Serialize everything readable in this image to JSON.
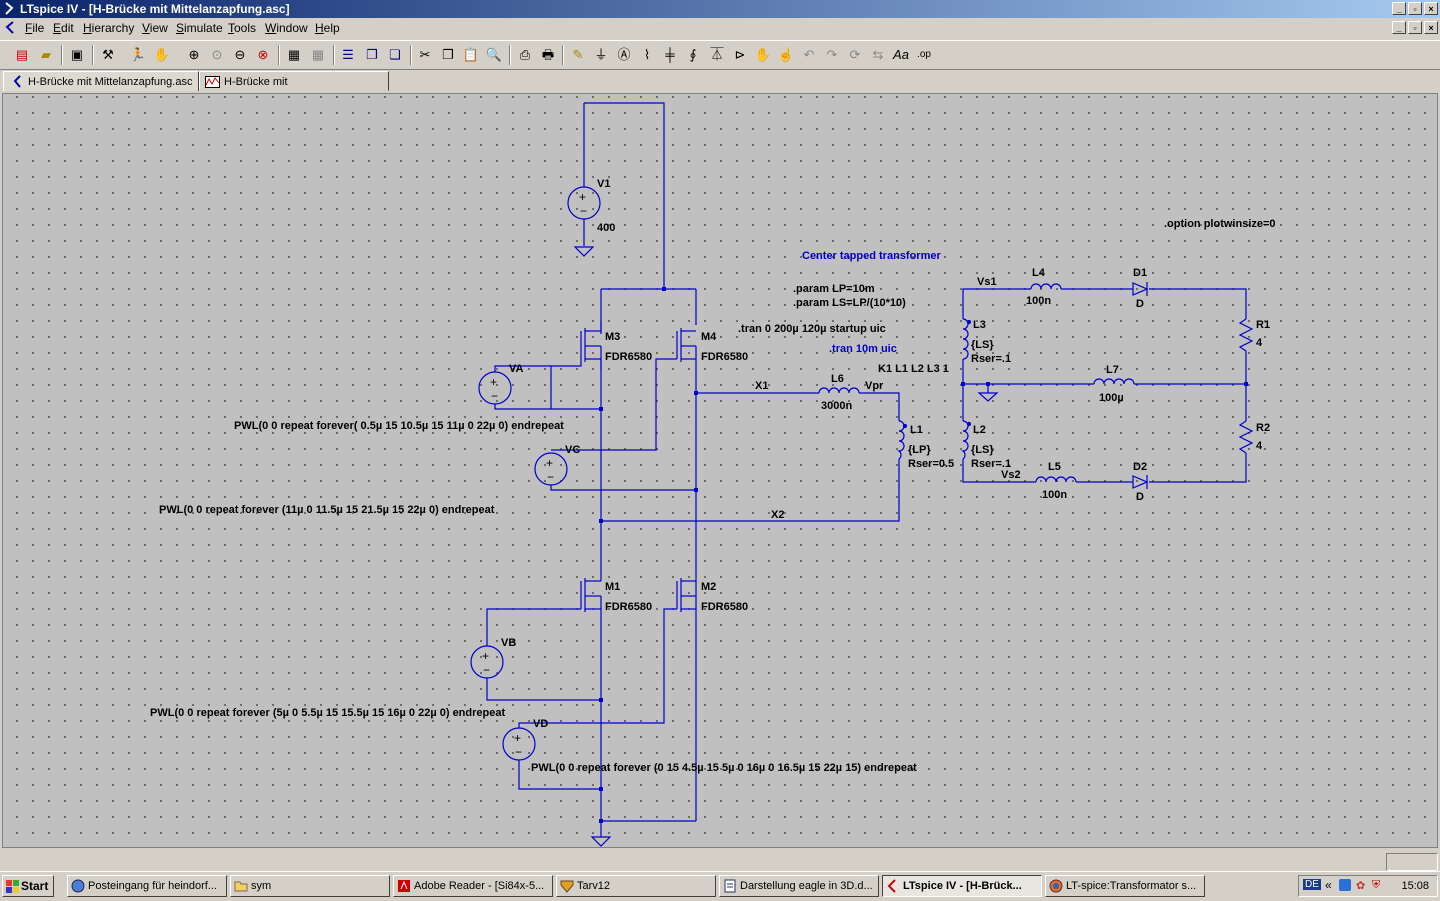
{
  "window": {
    "title": "LTspice IV - [H-Brücke mit Mittelanzapfung.asc]"
  },
  "menu": [
    "File",
    "Edit",
    "Hierarchy",
    "View",
    "Simulate",
    "Tools",
    "Window",
    "Help"
  ],
  "toolbar_icons": [
    "new-schematic",
    "open",
    "save",
    "control-panel",
    "run",
    "halt",
    "zoom-in",
    "pan",
    "zoom-out",
    "zoom-fit",
    "autoscale",
    "tile",
    "cascade",
    "close-all",
    "cut",
    "copy",
    "paste",
    "find",
    "print-preview",
    "print",
    "wire",
    "ground",
    "label",
    "resistor",
    "capacitor",
    "inductor",
    "diode",
    "component",
    "move",
    "drag",
    "undo",
    "redo",
    "rotate",
    "mirror",
    "text",
    "spice-directive"
  ],
  "tabs": [
    {
      "label": "H-Brücke mit Mittelanzapfung.asc",
      "icon": "schematic-icon"
    },
    {
      "label": "H-Brücke mit Mittelanzapfung.raw",
      "icon": "waveform-icon"
    }
  ],
  "schematic": {
    "components": {
      "v1": {
        "name": "V1",
        "value": "400"
      },
      "va": {
        "name": "VA"
      },
      "vc": {
        "name": "VC"
      },
      "vb1": {
        "name": "VB"
      },
      "vd": {
        "name": "VD"
      },
      "m3": {
        "name": "M3",
        "model": "FDR6580"
      },
      "m4": {
        "name": "M4",
        "model": "FDR6580"
      },
      "m1": {
        "name": "M1",
        "model": "FDR6580"
      },
      "m2": {
        "name": "M2",
        "model": "FDR6580"
      },
      "l6": {
        "name": "L6",
        "value": "3000n"
      },
      "l1": {
        "name": "L1",
        "value": "{LP}",
        "extra": "Rser=0.5"
      },
      "l3": {
        "name": "L3",
        "value": "{LS}",
        "extra": "Rser=.1"
      },
      "l2": {
        "name": "L2",
        "value": "{LS}",
        "extra": "Rser=.1"
      },
      "l4": {
        "name": "L4",
        "value": "100n"
      },
      "l5": {
        "name": "L5",
        "value": "100n"
      },
      "l7": {
        "name": "L7",
        "value": "100µ"
      },
      "d1": {
        "name": "D1",
        "value": "D"
      },
      "d2": {
        "name": "D2",
        "value": "D"
      },
      "r1": {
        "name": "R1",
        "value": "4"
      },
      "r2": {
        "name": "R2",
        "value": "4"
      }
    },
    "nets": {
      "x1": "X1",
      "x2": "X2",
      "vpr": "Vpr",
      "vs1": "Vs1",
      "vs2": "Vs2"
    },
    "pwl": {
      "va": "PWL(0 0 repeat forever( 0.5µ 15 10.5µ 15 11µ 0 22µ 0) endrepeat",
      "vc": "PWL(0 0 repeat forever (11µ 0 11.5µ 15 21.5µ 15 22µ 0) endrepeat",
      "vb": "PWL(0 0 repeat forever (5µ 0 5.5µ 15 15.5µ 15 16µ 0 22µ 0) endrepeat",
      "vd": "PWL(0 0 repeat forever (0 15 4.5µ 15 5µ 0 16µ 0 16.5µ 15 22µ 15) endrepeat"
    },
    "directives": {
      "title": "Center tapped transformer",
      "param_lp": ".param LP=10m",
      "param_ls": ".param LS=LP/(10*10)",
      "tran1": ".tran 0 200µ 120µ startup uic",
      "tran2": ".tran 10m uic",
      "k": "K1 L1 L2 L3 1",
      "option": ".option plotwinsize=0"
    }
  },
  "taskbar": {
    "start": "Start",
    "tasks": [
      {
        "label": "Posteingang für heindorf...",
        "icon": "browser-icon"
      },
      {
        "label": "sym",
        "icon": "folder-icon"
      },
      {
        "label": "Adobe Reader - [Si84x-5...",
        "icon": "pdf-icon"
      },
      {
        "label": "Tarv12",
        "icon": "app-icon"
      },
      {
        "label": "Darstellung eagle in 3D.d...",
        "icon": "document-icon"
      },
      {
        "label": "LTspice IV - [H-Brück...",
        "icon": "ltspice-icon",
        "active": true
      },
      {
        "label": "LT-spice:Transformator s...",
        "icon": "browser-icon"
      }
    ],
    "lang": "DE",
    "clock": "15:08"
  }
}
